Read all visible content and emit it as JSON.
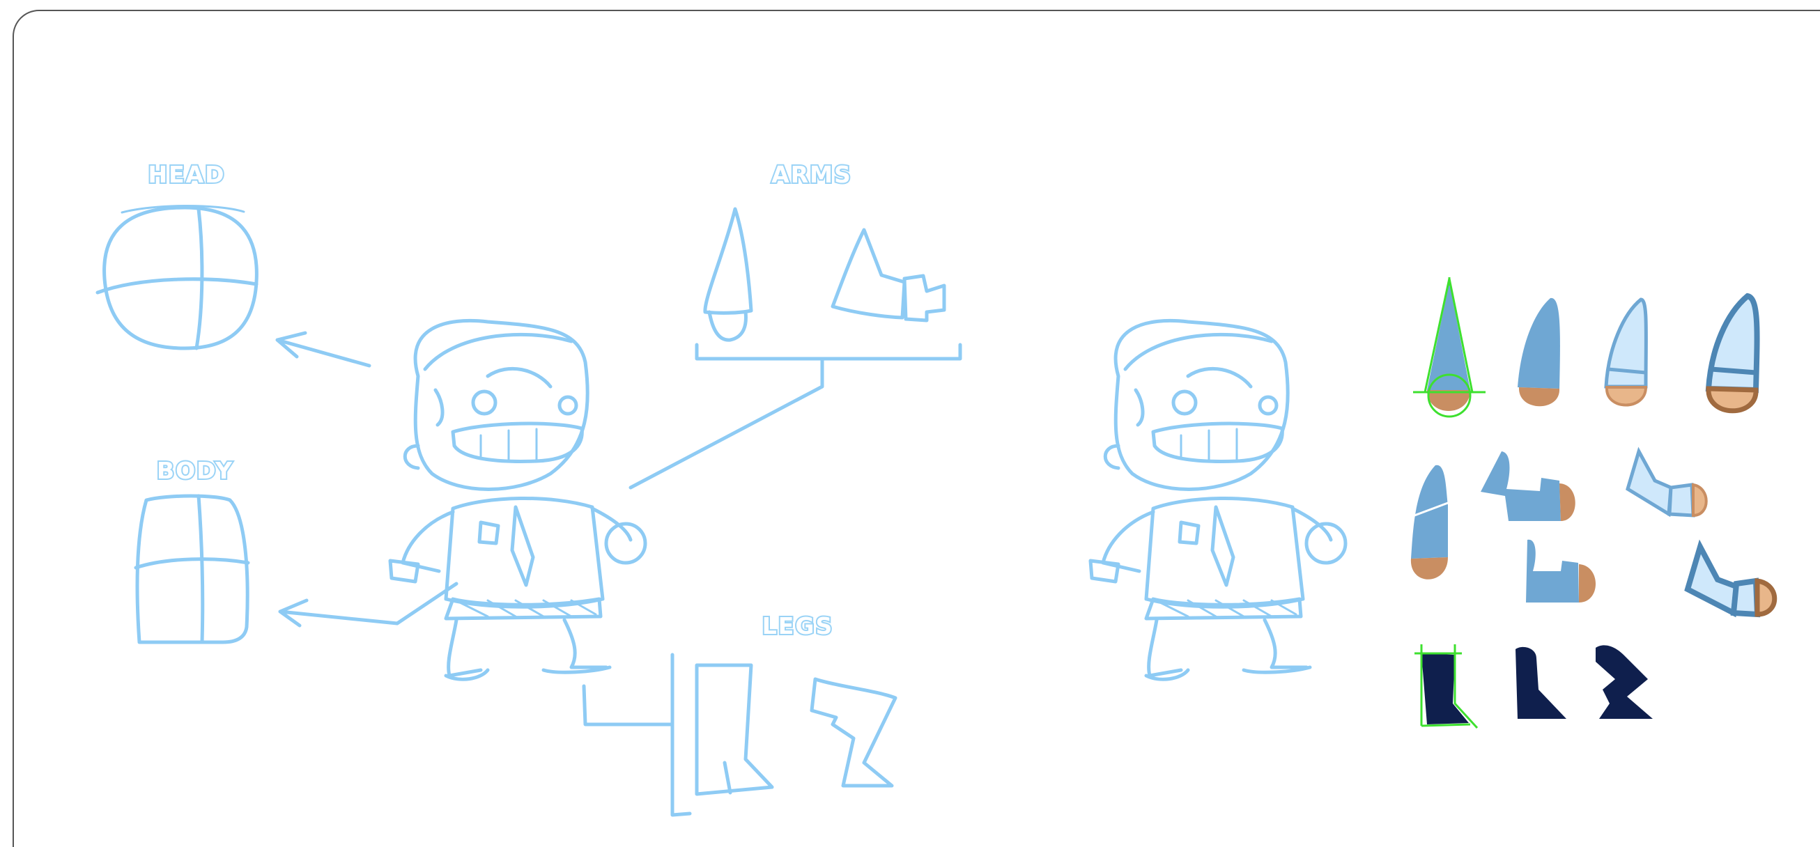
{
  "labels": {
    "head": "HEAD",
    "arms": "ARMS",
    "body": "BODY",
    "legs": "LEGS"
  },
  "colors": {
    "sketch": "#8ecbf4",
    "sleeve": "#6fa7d3",
    "sleeve_light": "#cfe8fb",
    "sleeve_outline": "#4d86b4",
    "skin": "#c98e62",
    "skin_light": "#e8b68a",
    "boot": "#0f1f4d",
    "guide": "#3ee02f"
  }
}
